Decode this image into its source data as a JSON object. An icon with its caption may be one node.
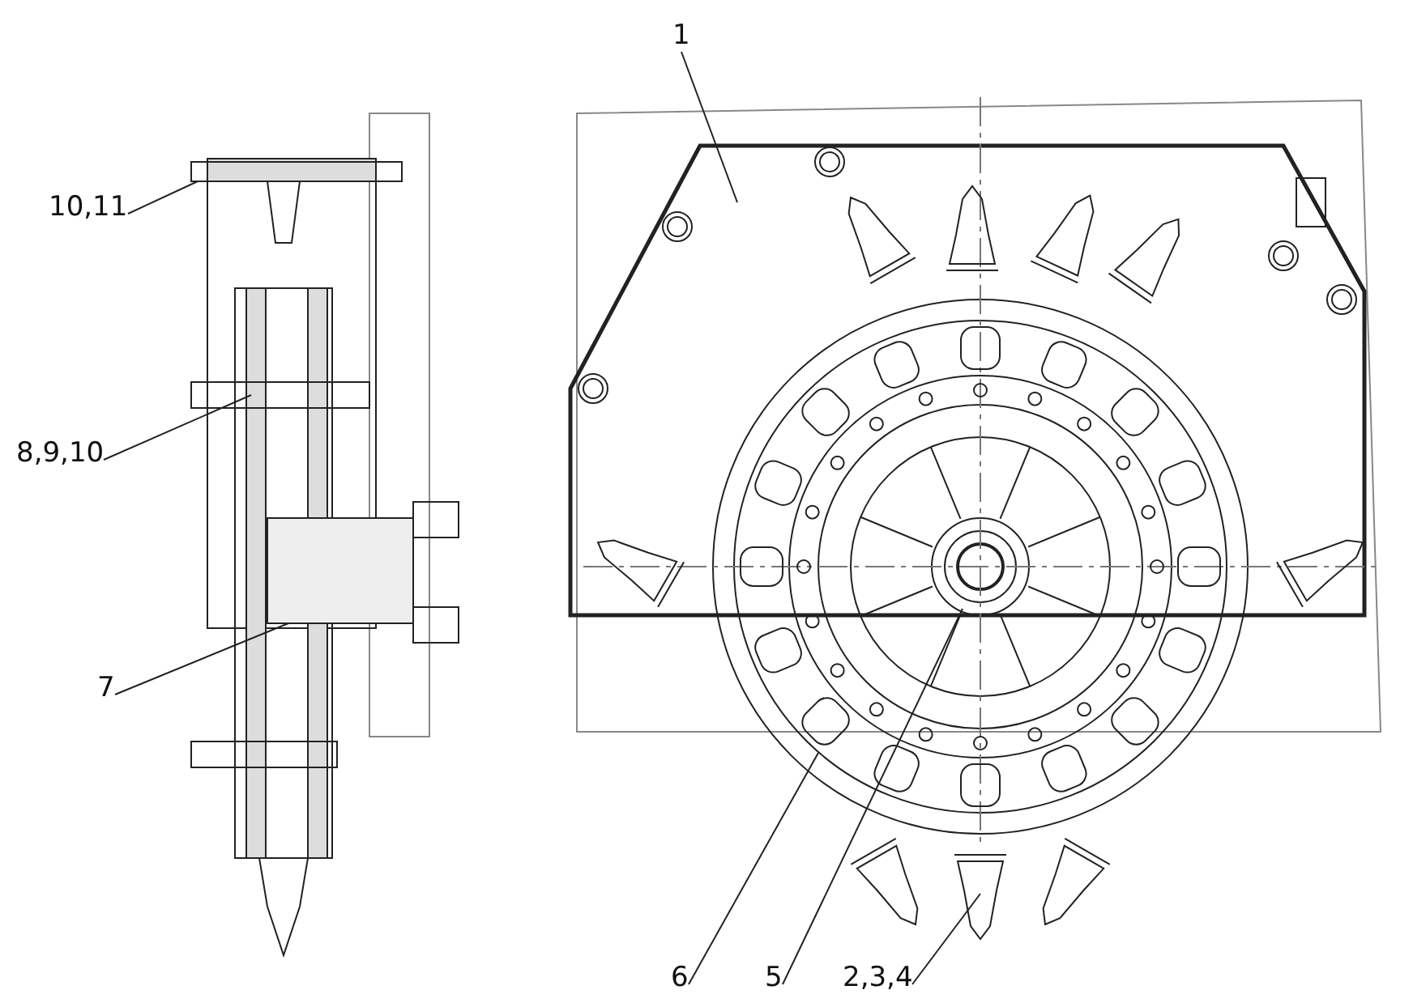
{
  "diagram": {
    "nodes": [
      {
        "text": [
          "1"
        ]
      },
      {
        "text": [
          "10,11"
        ]
      },
      {
        "text": [
          "8,9,10"
        ]
      },
      {
        "text": [
          "7"
        ]
      },
      {
        "text": [
          "6"
        ]
      },
      {
        "text": [
          "5"
        ]
      },
      {
        "text": [
          "2,3,4"
        ]
      }
    ],
    "edges": [
      {
        "from": 0,
        "to": null,
        "arrow": "none"
      },
      {
        "from": 1,
        "to": null,
        "arrow": "none"
      },
      {
        "from": 2,
        "to": null,
        "arrow": "none"
      },
      {
        "from": 3,
        "to": null,
        "arrow": "none"
      },
      {
        "from": 4,
        "to": null,
        "arrow": "none"
      },
      {
        "from": 5,
        "to": null,
        "arrow": "none"
      },
      {
        "from": 6,
        "to": null,
        "arrow": "none"
      }
    ]
  }
}
